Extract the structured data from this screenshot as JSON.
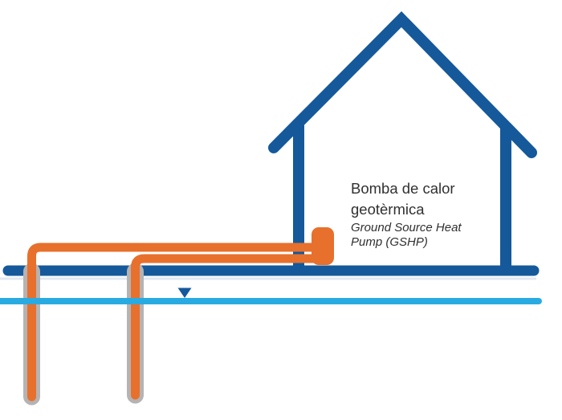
{
  "diagram": {
    "labels": {
      "title_line1": "Bomba de calor",
      "title_line2": "geotèrmica",
      "subtitle_line1": "Ground Source Heat",
      "subtitle_line2": "Pump (GSHP)"
    },
    "colors": {
      "house_blue": "#15599B",
      "pipe_orange": "#E7702C",
      "heat_pump_orange": "#E7702C",
      "water_table_cyan": "#29ABE2",
      "borehole_casing_gray": "#B5B3B3",
      "ground_shadow": "#C9D5E2",
      "label_text": "#303030",
      "background": "#FFFFFF"
    },
    "components": [
      "house-outline",
      "ground-surface-line",
      "ground-source-heat-pump-unit",
      "borehole-1-casing",
      "borehole-2-casing",
      "closed-loop-pipe-1",
      "closed-loop-pipe-2",
      "water-table-line",
      "water-table-marker"
    ]
  }
}
